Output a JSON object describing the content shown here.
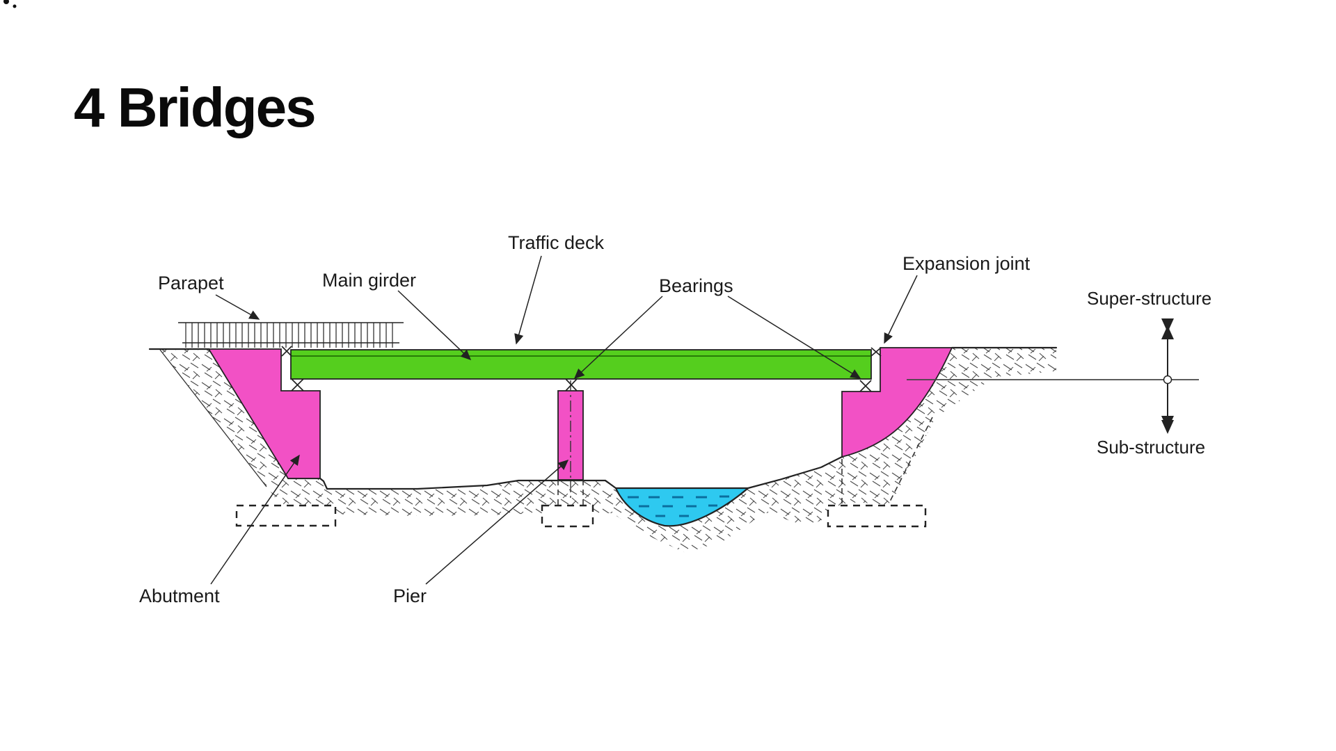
{
  "page": {
    "title": "4 Bridges"
  },
  "diagram": {
    "labels": {
      "parapet": "Parapet",
      "main_girder": "Main girder",
      "traffic_deck": "Traffic deck",
      "bearings": "Bearings",
      "expansion_joint": "Expansion joint",
      "super_structure": "Super-structure",
      "sub_structure": "Sub-structure",
      "abutment": "Abutment",
      "pier": "Pier"
    },
    "colors": {
      "deck_green": "#55CE1E",
      "structure_pink": "#F251C5",
      "water_cyan": "#2EC9F0",
      "hatch": "#4a4a4a"
    }
  }
}
